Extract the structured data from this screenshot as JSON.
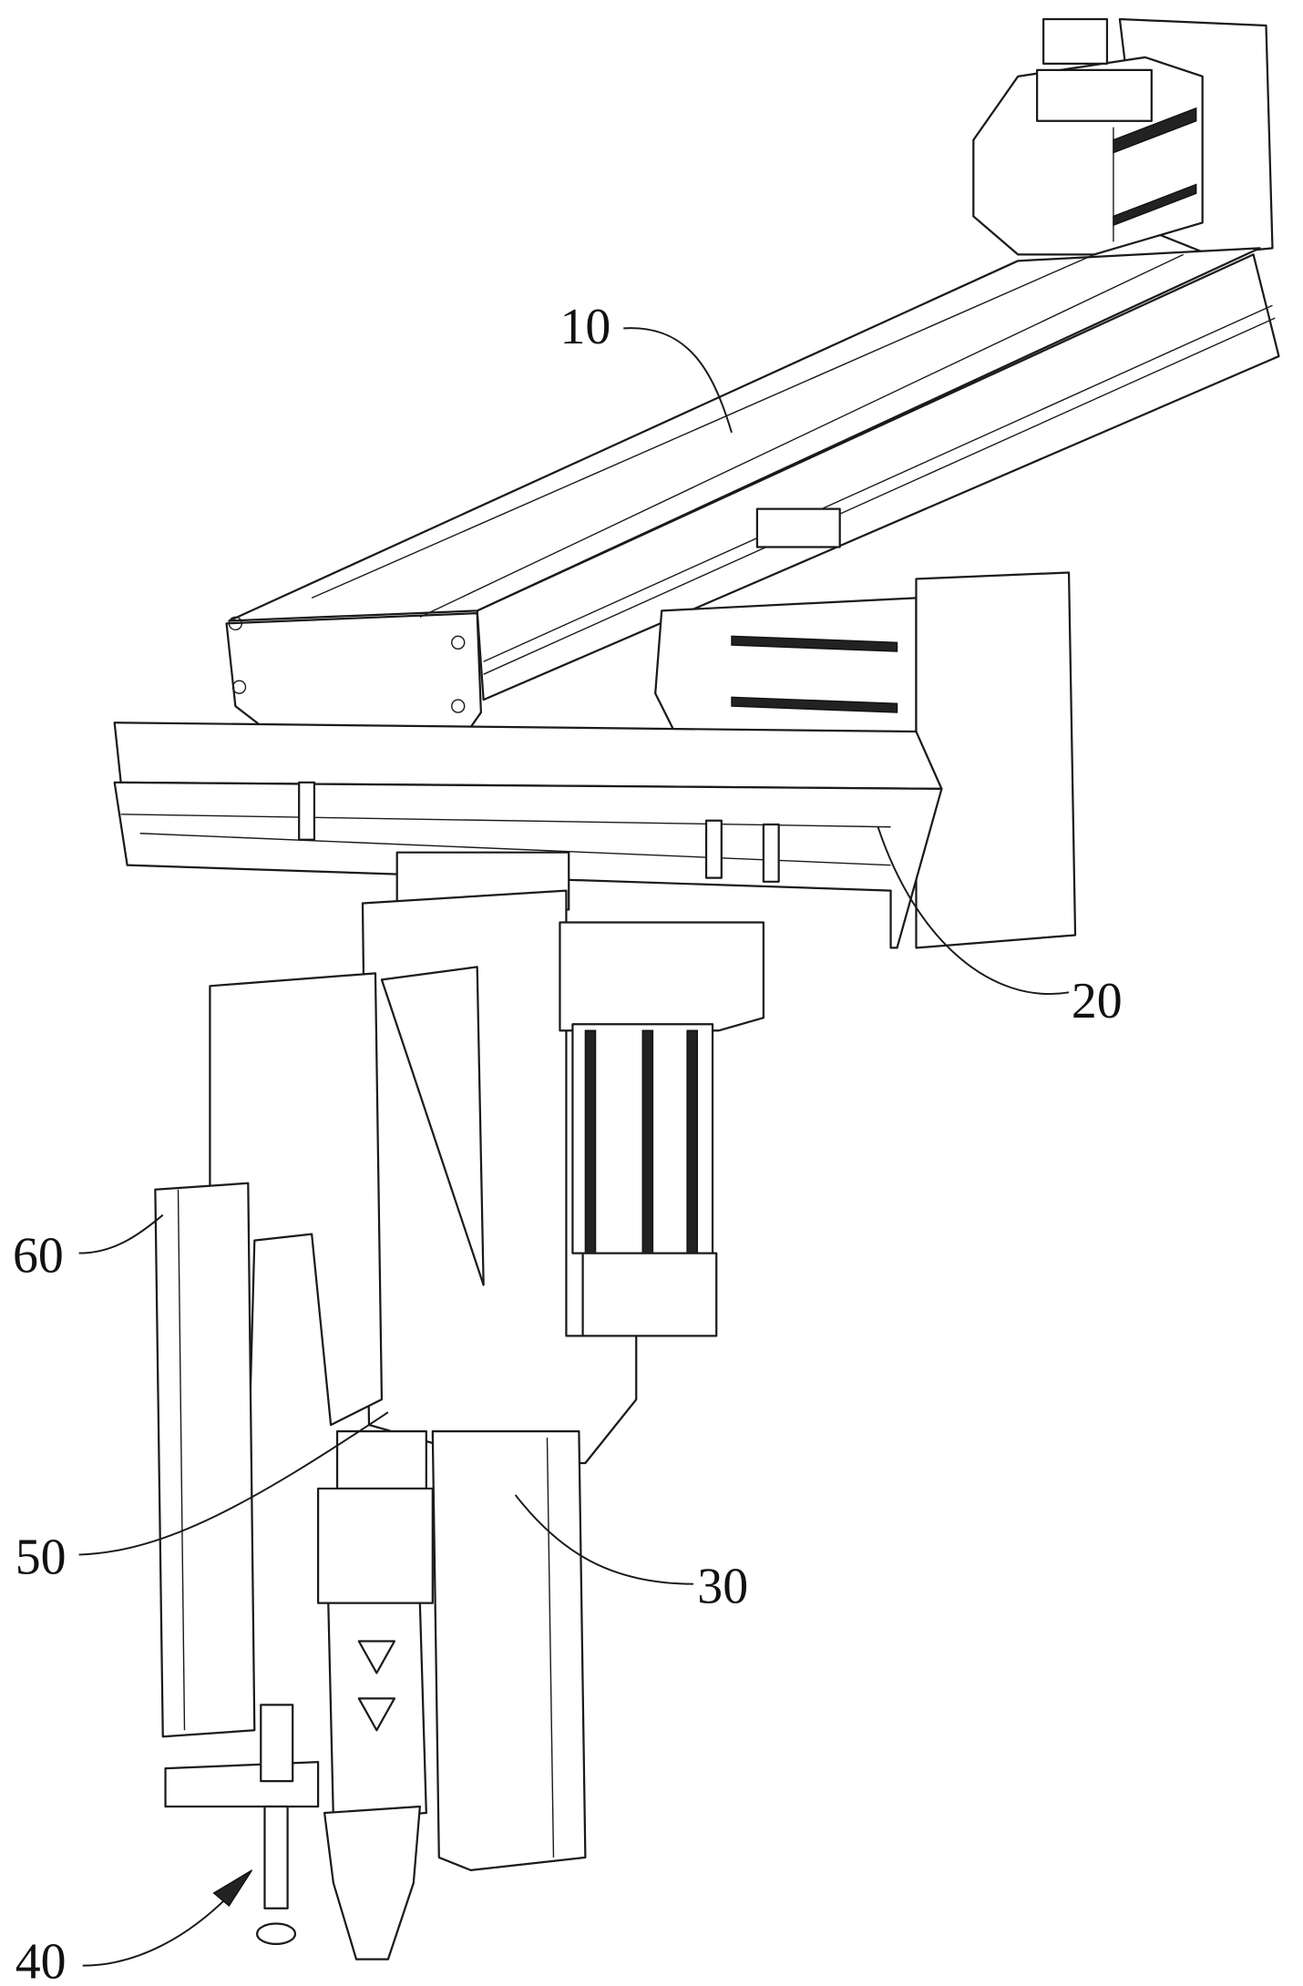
{
  "figure": {
    "labels": {
      "l10": "10",
      "l20": "20",
      "l30": "30",
      "l40": "40",
      "l50": "50",
      "l60": "60"
    },
    "line_color": "#1a1a1a"
  }
}
